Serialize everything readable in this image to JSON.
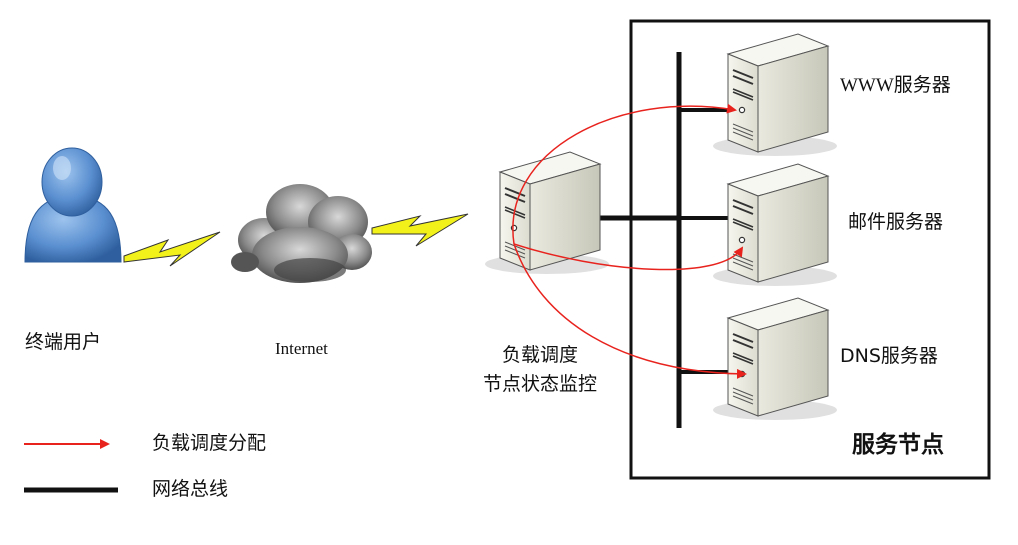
{
  "nodes": {
    "user": {
      "label": "终端用户"
    },
    "internet": {
      "label": "Internet"
    },
    "load_balancer": {
      "label_line1": "负载调度",
      "label_line2": "节点状态监控"
    },
    "www_server": {
      "label": "WWW服务器"
    },
    "mail_server": {
      "label": "邮件服务器"
    },
    "dns_server": {
      "label": "DNS服务器"
    }
  },
  "service_group": {
    "title": "服务节点"
  },
  "legend": {
    "items": [
      {
        "label": "负载调度分配",
        "style": "red-arrow"
      },
      {
        "label": "网络总线",
        "style": "black-line"
      }
    ]
  },
  "colors": {
    "dispatch_arrow": "#e8231e",
    "bus_line": "#111111",
    "lightning": "#f2f21a",
    "user_blue": "#5a8fd0",
    "server_body": "#e9e9df"
  }
}
